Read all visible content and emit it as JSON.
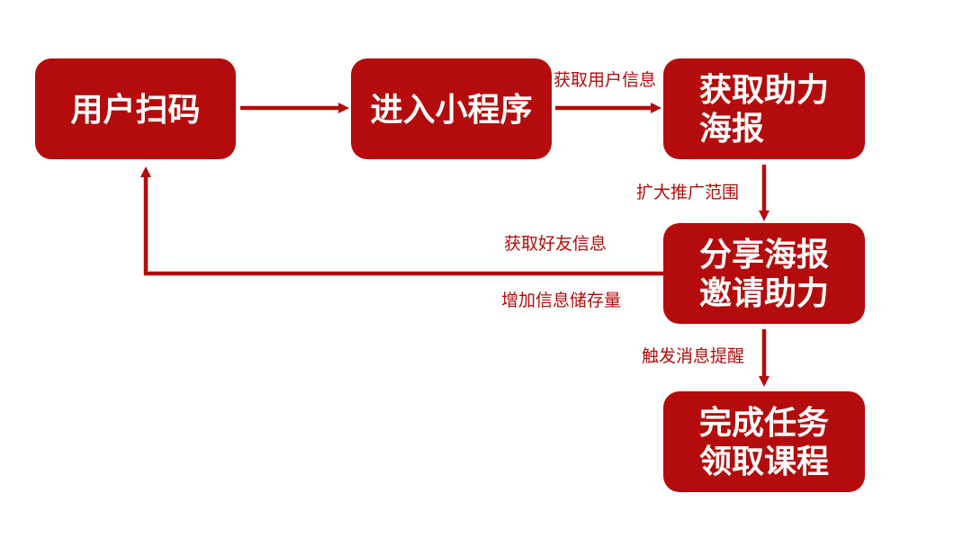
{
  "colors": {
    "accent": "#b40c0c",
    "node_text": "#ffffff",
    "background": "#ffffff"
  },
  "nodes": {
    "user_scan": {
      "lines": [
        "用户扫码"
      ]
    },
    "enter_miniprogram": {
      "lines": [
        "进入小程序"
      ]
    },
    "get_poster": {
      "lines": [
        "获取助力",
        "海报"
      ]
    },
    "share_poster": {
      "lines": [
        "分享海报",
        "邀请助力"
      ]
    },
    "complete_task": {
      "lines": [
        "完成任务",
        "领取课程"
      ]
    }
  },
  "edges": {
    "enter_to_poster": {
      "label": "获取用户信息"
    },
    "poster_to_share": {
      "label": "扩大推广范围"
    },
    "share_to_scan": {
      "label_above": "获取好友信息",
      "label_below": "增加信息储存量"
    },
    "share_to_complete": {
      "label": "触发消息提醒"
    }
  }
}
